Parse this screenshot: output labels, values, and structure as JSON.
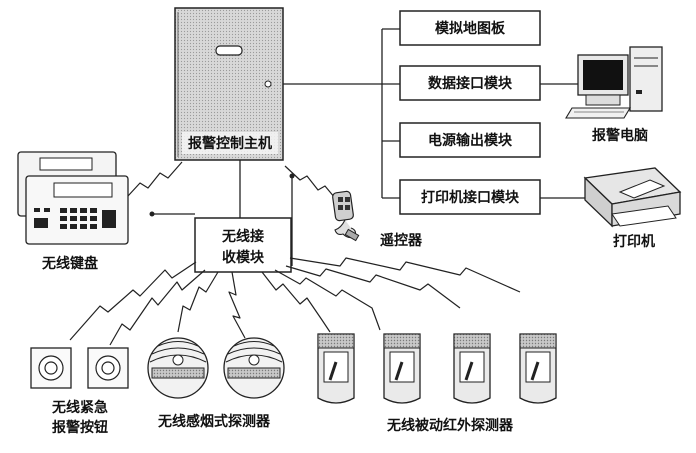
{
  "controller": {
    "label": "报警控制主机"
  },
  "receiver": {
    "line1": "无线接",
    "line2": "收模块"
  },
  "modules": [
    {
      "label": "模拟地图板"
    },
    {
      "label": "数据接口模块"
    },
    {
      "label": "电源输出模块"
    },
    {
      "label": "打印机接口模块"
    }
  ],
  "devices": {
    "computer": "报警电脑",
    "printer": "打印机",
    "remote": "遥控器",
    "keypad": "无线键盘",
    "panic_line1": "无线紧急",
    "panic_line2": "报警按钮",
    "smoke": "无线感烟式探测器",
    "pir": "无线被动红外探测器"
  }
}
